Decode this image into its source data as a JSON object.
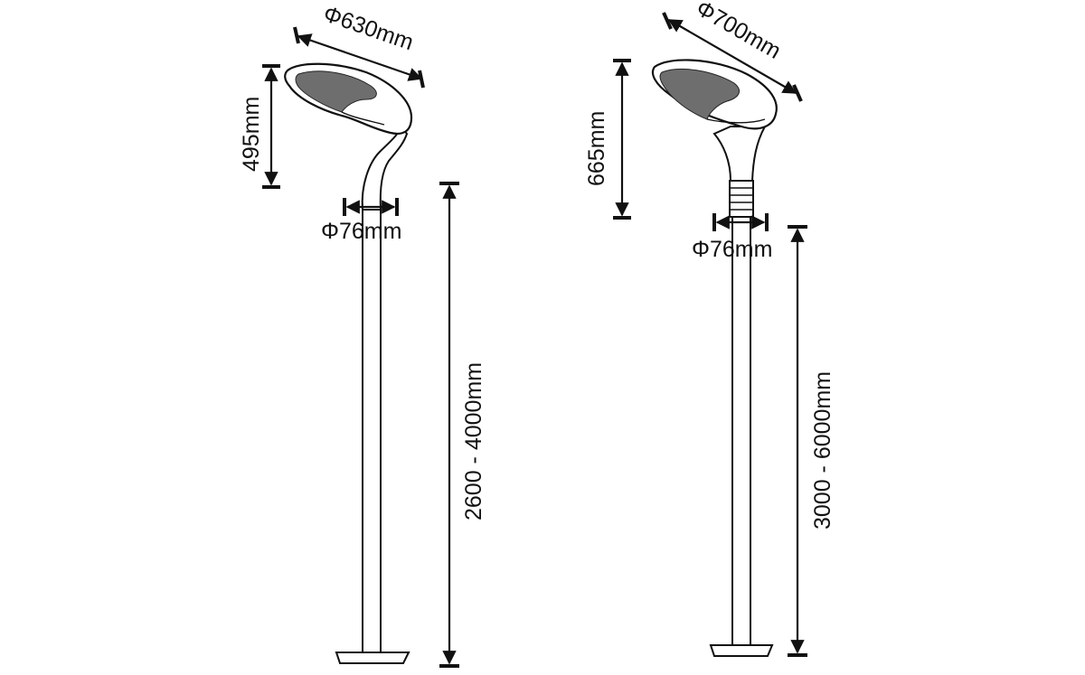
{
  "lamps": [
    {
      "head_diameter": "Φ630mm",
      "head_height": "495mm",
      "pole_diameter": "Φ76mm",
      "pole_height": "2600 - 4000mm"
    },
    {
      "head_diameter": "Φ700mm",
      "head_height": "665mm",
      "pole_diameter": "Φ76mm",
      "pole_height": "3000 - 6000mm"
    }
  ],
  "colors": {
    "line": "#111111",
    "background": "#ffffff"
  }
}
